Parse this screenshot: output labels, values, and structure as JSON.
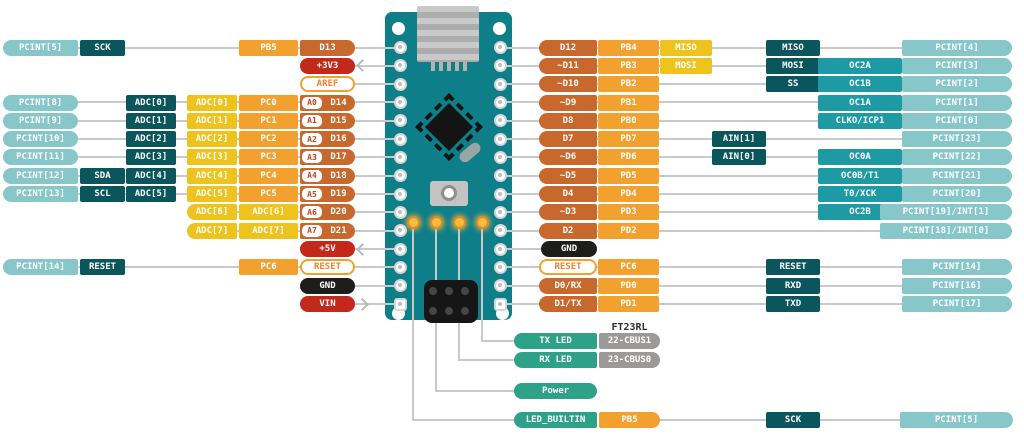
{
  "palette": {
    "board": "#0e7e89",
    "light_teal": "#87c7ca",
    "med_teal": "#1e9aa4",
    "dark_teal": "#0a565c",
    "orange": "#f2a02e",
    "yellow": "#eec31d",
    "rust": "#c8682d",
    "red": "#c3291b",
    "black": "#1d1d1b",
    "green": "#2ea189",
    "gray": "#9b9a99",
    "line": "#c9c9c9",
    "outline_text": "#ef8329",
    "analog_text": "#c2441c"
  },
  "left_rows": [
    {
      "cells": [
        {
          "t": "pcint",
          "label": "PCINT[5]",
          "hatch": true
        },
        {
          "t": "fn",
          "label": "SCK"
        },
        {
          "t": "port",
          "label": "PB5"
        },
        {
          "t": "pin",
          "label": "D13"
        }
      ]
    },
    {
      "cells": [
        {
          "t": "power",
          "label": "+3V3"
        }
      ],
      "arrow": "left"
    },
    {
      "cells": [
        {
          "t": "aref",
          "label": "AREF"
        }
      ]
    },
    {
      "cells": [
        {
          "t": "pcint",
          "label": "PCINT[8]"
        },
        {
          "t": "adcd",
          "label": "ADC[0]"
        },
        {
          "t": "adcy",
          "label": "ADC[0]"
        },
        {
          "t": "port",
          "label": "PC0"
        },
        {
          "t": "pin",
          "label": "D14",
          "analog": "A0"
        }
      ]
    },
    {
      "cells": [
        {
          "t": "pcint",
          "label": "PCINT[9]"
        },
        {
          "t": "adcd",
          "label": "ADC[1]"
        },
        {
          "t": "adcy",
          "label": "ADC[1]"
        },
        {
          "t": "port",
          "label": "PC1"
        },
        {
          "t": "pin",
          "label": "D15",
          "analog": "A1"
        }
      ]
    },
    {
      "cells": [
        {
          "t": "pcint",
          "label": "PCINT[10]"
        },
        {
          "t": "adcd",
          "label": "ADC[2]"
        },
        {
          "t": "adcy",
          "label": "ADC[2]"
        },
        {
          "t": "port",
          "label": "PC2"
        },
        {
          "t": "pin",
          "label": "D16",
          "analog": "A2"
        }
      ]
    },
    {
      "cells": [
        {
          "t": "pcint",
          "label": "PCINT[11]"
        },
        {
          "t": "adcd",
          "label": "ADC[3]"
        },
        {
          "t": "adcy",
          "label": "ADC[3]"
        },
        {
          "t": "port",
          "label": "PC3"
        },
        {
          "t": "pin",
          "label": "D17",
          "analog": "A3"
        }
      ]
    },
    {
      "cells": [
        {
          "t": "pcint",
          "label": "PCINT[12]"
        },
        {
          "t": "fn",
          "label": "SDA"
        },
        {
          "t": "adcd",
          "label": "ADC[4]"
        },
        {
          "t": "adcy",
          "label": "ADC[4]"
        },
        {
          "t": "port",
          "label": "PC4"
        },
        {
          "t": "pin",
          "label": "D18",
          "analog": "A4"
        }
      ]
    },
    {
      "cells": [
        {
          "t": "pcint",
          "label": "PCINT[13]"
        },
        {
          "t": "fn",
          "label": "SCL"
        },
        {
          "t": "adcd",
          "label": "ADC[5]"
        },
        {
          "t": "adcy",
          "label": "ADC[5]"
        },
        {
          "t": "port",
          "label": "PC5"
        },
        {
          "t": "pin",
          "label": "D19",
          "analog": "A5"
        }
      ]
    },
    {
      "cells": [
        {
          "t": "adcy1",
          "label": "ADC[6]"
        },
        {
          "t": "adcy2",
          "label": "ADC[6]"
        },
        {
          "t": "pin",
          "label": "D20",
          "analog": "A6"
        }
      ]
    },
    {
      "cells": [
        {
          "t": "adcy1",
          "label": "ADC[7]"
        },
        {
          "t": "adcy2",
          "label": "ADC[7]"
        },
        {
          "t": "pin",
          "label": "D21",
          "analog": "A7"
        }
      ]
    },
    {
      "cells": [
        {
          "t": "power",
          "label": "+5V"
        }
      ],
      "arrow": "left"
    },
    {
      "cells": [
        {
          "t": "pcint",
          "label": "PCINT[14]"
        },
        {
          "t": "fn",
          "label": "RESET"
        },
        {
          "t": "port",
          "label": "PC6"
        },
        {
          "t": "reset_outline",
          "label": "RESET"
        }
      ]
    },
    {
      "cells": [
        {
          "t": "gnd",
          "label": "GND"
        }
      ]
    },
    {
      "cells": [
        {
          "t": "power",
          "label": "VIN"
        }
      ],
      "arrow": "right"
    }
  ],
  "right_rows": [
    {
      "cells": [
        {
          "t": "pin",
          "label": "D12"
        },
        {
          "t": "port",
          "label": "PB4"
        },
        {
          "t": "spi",
          "label": "MISO"
        },
        {
          "t": "dark",
          "label": "MISO"
        },
        {
          "t": "pcint",
          "label": "PCINT[4]"
        }
      ]
    },
    {
      "cells": [
        {
          "t": "pin",
          "label": "~D11"
        },
        {
          "t": "port",
          "label": "PB3"
        },
        {
          "t": "spi",
          "label": "MOSI"
        },
        {
          "t": "dark",
          "label": "MOSI"
        },
        {
          "t": "oc",
          "label": "OC2A"
        },
        {
          "t": "pcint",
          "label": "PCINT[3]"
        }
      ]
    },
    {
      "cells": [
        {
          "t": "pin",
          "label": "~D10"
        },
        {
          "t": "port",
          "label": "PB2"
        },
        {
          "t": "dark",
          "label": "SS"
        },
        {
          "t": "oc",
          "label": "OC1B"
        },
        {
          "t": "pcint",
          "label": "PCINT[2]"
        }
      ]
    },
    {
      "cells": [
        {
          "t": "pin",
          "label": "~D9"
        },
        {
          "t": "port",
          "label": "PB1"
        },
        {
          "t": "oc",
          "label": "OC1A"
        },
        {
          "t": "pcint",
          "label": "PCINT[1]"
        }
      ]
    },
    {
      "cells": [
        {
          "t": "pin",
          "label": "D8"
        },
        {
          "t": "port",
          "label": "PB0"
        },
        {
          "t": "oc",
          "label": "CLKO/ICP1"
        },
        {
          "t": "pcint",
          "label": "PCINT[0]"
        }
      ]
    },
    {
      "cells": [
        {
          "t": "pin",
          "label": "D7"
        },
        {
          "t": "port",
          "label": "PD7"
        },
        {
          "t": "ain",
          "label": "AIN[1]"
        },
        {
          "t": "pcint",
          "label": "PCINT[23]"
        }
      ]
    },
    {
      "cells": [
        {
          "t": "pin",
          "label": "~D6"
        },
        {
          "t": "port",
          "label": "PD6"
        },
        {
          "t": "ain",
          "label": "AIN[0]"
        },
        {
          "t": "oc",
          "label": "OC0A"
        },
        {
          "t": "pcint",
          "label": "PCINT[22]"
        }
      ]
    },
    {
      "cells": [
        {
          "t": "pin",
          "label": "~D5"
        },
        {
          "t": "port",
          "label": "PD5"
        },
        {
          "t": "oc",
          "label": "OC0B/T1"
        },
        {
          "t": "pcint",
          "label": "PCINT[21]"
        }
      ]
    },
    {
      "cells": [
        {
          "t": "pin",
          "label": "D4"
        },
        {
          "t": "port",
          "label": "PD4"
        },
        {
          "t": "oc",
          "label": "T0/XCK"
        },
        {
          "t": "pcint",
          "label": "PCINT[20]"
        }
      ]
    },
    {
      "cells": [
        {
          "t": "pin",
          "label": "~D3"
        },
        {
          "t": "port",
          "label": "PD3"
        },
        {
          "t": "oc",
          "label": "OC2B"
        },
        {
          "t": "pcintl",
          "label": "PCINT[19]/INT[1]"
        }
      ]
    },
    {
      "cells": [
        {
          "t": "pin",
          "label": "D2"
        },
        {
          "t": "port",
          "label": "PD2"
        },
        {
          "t": "pcintl",
          "label": "PCINT[18]/INT[0]"
        }
      ]
    },
    {
      "cells": [
        {
          "t": "gnd",
          "label": "GND"
        }
      ]
    },
    {
      "cells": [
        {
          "t": "reset_outline",
          "label": "RESET"
        },
        {
          "t": "port",
          "label": "PC6"
        },
        {
          "t": "dark",
          "label": "RESET"
        },
        {
          "t": "pcint",
          "label": "PCINT[14]"
        }
      ]
    },
    {
      "cells": [
        {
          "t": "pin",
          "label": "D0/RX"
        },
        {
          "t": "port",
          "label": "PD0"
        },
        {
          "t": "dark",
          "label": "RXD"
        },
        {
          "t": "pcint",
          "label": "PCINT[16]"
        }
      ]
    },
    {
      "cells": [
        {
          "t": "pin",
          "label": "D1/TX"
        },
        {
          "t": "port",
          "label": "PD1"
        },
        {
          "t": "dark",
          "label": "TXD"
        },
        {
          "t": "pcint",
          "label": "PCINT[17]"
        }
      ]
    }
  ],
  "bottom": {
    "ft_chip_label": "FT23RL",
    "rows": [
      {
        "cells": [
          {
            "t": "green",
            "label": "TX LED"
          },
          {
            "t": "chip",
            "label": "22-CBUS1"
          }
        ]
      },
      {
        "cells": [
          {
            "t": "green",
            "label": "RX LED"
          },
          {
            "t": "chip",
            "label": "23-CBUS0"
          }
        ]
      },
      {
        "cells": [
          {
            "t": "green",
            "label": "Power"
          }
        ]
      },
      {
        "cells": [
          {
            "t": "green",
            "label": "LED_BUILTIN"
          },
          {
            "t": "port_b",
            "label": "PB5"
          },
          {
            "t": "fn_b",
            "label": "SCK"
          },
          {
            "t": "pcint_b",
            "label": "PCINT[5]",
            "hatch": true
          }
        ]
      }
    ]
  }
}
